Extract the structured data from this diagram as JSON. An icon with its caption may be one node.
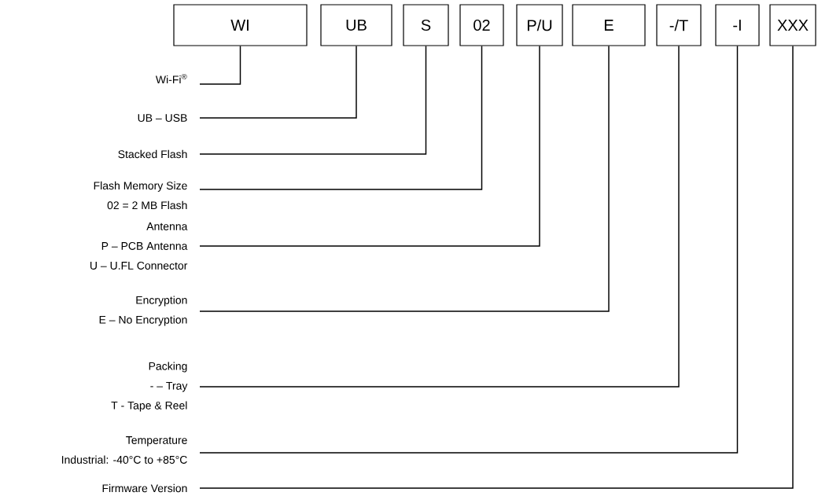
{
  "diagram": {
    "nodes": [
      {
        "text": [
          "WI"
        ]
      },
      {
        "text": [
          "UB"
        ]
      },
      {
        "text": [
          "S"
        ]
      },
      {
        "text": [
          "02"
        ]
      },
      {
        "text": [
          "P/U"
        ]
      },
      {
        "text": [
          "E"
        ]
      },
      {
        "text": [
          "-/T"
        ]
      },
      {
        "text": [
          "-I"
        ]
      },
      {
        "text": [
          "XXX"
        ]
      },
      {
        "text": [
          "Wi-Fi$^{®}$"
        ]
      },
      {
        "text": [
          "UB – USB"
        ]
      },
      {
        "text": [
          "Stacked Flash"
        ]
      },
      {
        "text": [
          "Flash Memory Size",
          "02 = 2 MB Flash"
        ]
      },
      {
        "text": [
          "Antenna",
          "P – PCB Antenna",
          "U – U.FL Connector"
        ]
      },
      {
        "text": [
          "Encryption",
          "E – No Encryption"
        ]
      },
      {
        "text": [
          "Packing",
          "- – Tray",
          "T - Tape & Reel"
        ]
      },
      {
        "text": [
          "Temperature",
          "Industrial: -40°C to +85°C"
        ]
      },
      {
        "text": [
          "Firmware Version"
        ]
      }
    ],
    "edges": [
      {
        "from": 9,
        "to": 0,
        "arrow": "none"
      },
      {
        "from": 10,
        "to": 1,
        "arrow": "none"
      },
      {
        "from": 11,
        "to": 2,
        "arrow": "none"
      },
      {
        "from": 12,
        "to": 3,
        "arrow": "none"
      },
      {
        "from": 13,
        "to": 4,
        "arrow": "none"
      },
      {
        "from": 14,
        "to": 5,
        "arrow": "none"
      },
      {
        "from": 15,
        "to": 6,
        "arrow": "none"
      },
      {
        "from": 16,
        "to": 7,
        "arrow": "none"
      },
      {
        "from": 17,
        "to": 8,
        "arrow": "none"
      }
    ]
  }
}
